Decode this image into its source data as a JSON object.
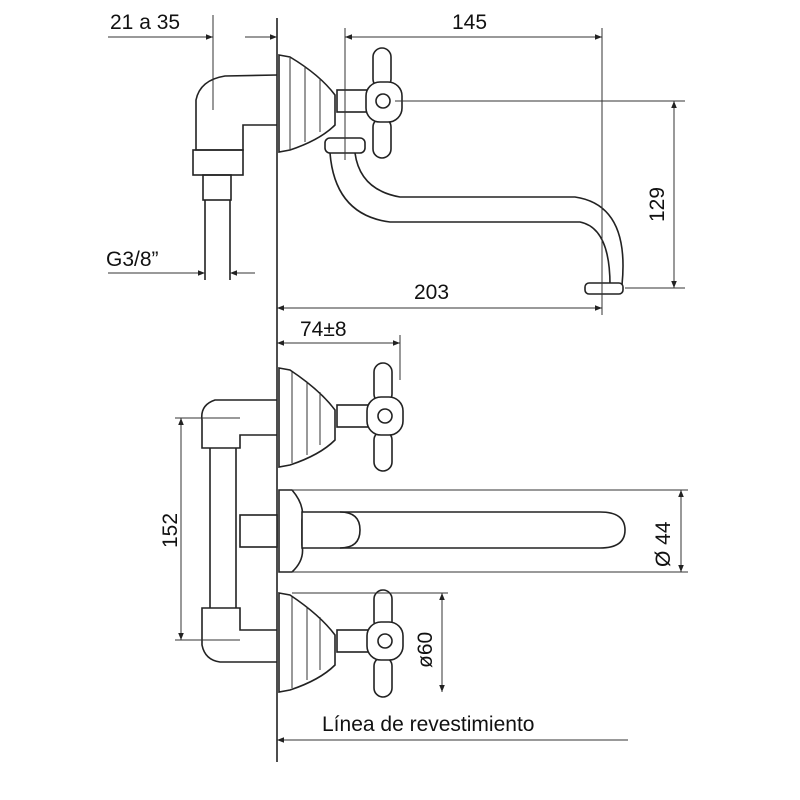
{
  "dimensions": {
    "wall_offset": "21 a 35",
    "spout_reach": "145",
    "spout_height": "129",
    "thread": "G3/8”",
    "total_reach": "203",
    "handle_projection": "74±8",
    "center_distance": "152",
    "spout_diameter": "Ø 44",
    "escutcheon_diameter": "ø60"
  },
  "labels": {
    "finish_line": "Línea de revestimiento"
  }
}
